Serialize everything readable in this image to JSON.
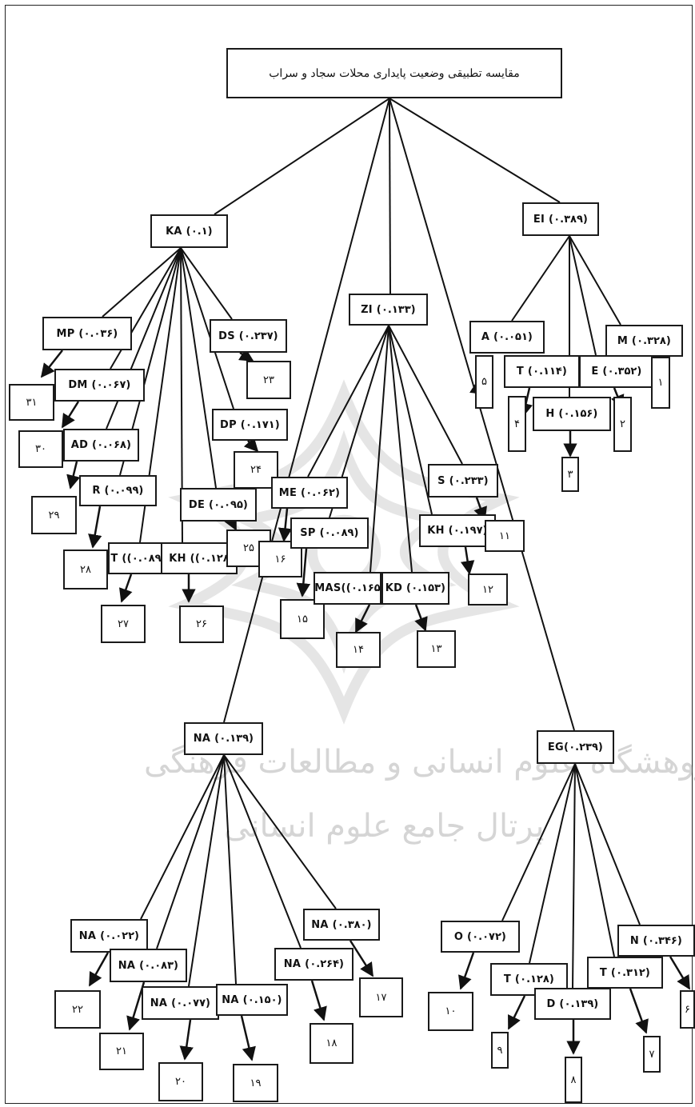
{
  "title": "مقایسه تطبیقی وضعیت پایداری محلات سجاد و سراب",
  "watermark": {
    "line1": "پژوهشگاه علوم انسانی و مطالعات فرهنگی",
    "line2": "پرتال جامع علوم انسانی"
  },
  "nodes": {
    "KA": "KA (۰.۱)",
    "EI": "EI (۰.۳۸۹)",
    "ZI": "ZI (۰.۱۳۳)",
    "NA": "NA (۰.۱۳۹)",
    "EG": "EG(۰.۲۳۹)",
    "MP": "MP (۰.۰۳۶)",
    "DM": "DM (۰.۰۶۷)",
    "AD": "AD (۰.۰۶۸)",
    "R": "R (۰.۰۹۹)",
    "T_KA": "T ((۰.۰۸۹",
    "KH_KA": "KH ((۰.۱۲۸",
    "DE": "DE (۰.۰۹۵)",
    "DP": "DP (۰.۱۷۱)",
    "DS": "DS (۰.۲۳۷)",
    "A": "A (۰.۰۵۱)",
    "T_EI": "T (۰.۱۱۴)",
    "E": "E (۰.۳۵۲)",
    "M": "M (۰.۳۲۸)",
    "H": "H (۰.۱۵۶)",
    "ME": "ME (۰.۰۶۲)",
    "SP": "SP (۰.۰۸۹)",
    "MAS": "MAS((۰.۱۶۵",
    "KD": "KD (۰.۱۵۳)",
    "S": "S (۰.۲۳۳)",
    "KH_ZI": "KH (۰.۱۹۷)",
    "NA1": "NA (۰.۰۲۲)",
    "NA2": "NA (۰.۰۸۳)",
    "NA3": "NA (۰.۰۷۷)",
    "NA4": "NA (۰.۱۵۰)",
    "NA5": "NA (۰.۲۶۴)",
    "NA6": "NA (۰.۳۸۰)",
    "O": "O (۰.۰۷۲)",
    "T_EG1": "T (۰.۱۲۸)",
    "D": "D (۰.۱۳۹)",
    "T_EG2": "T (۰.۳۱۲)",
    "N": "N (۰.۳۴۶)"
  },
  "numbers": {
    "n1": "۱",
    "n2": "۲",
    "n3": "۳",
    "n4": "۴",
    "n5": "۵",
    "n6": "۶",
    "n7": "۷",
    "n8": "۸",
    "n9": "۹",
    "n10": "۱۰",
    "n11": "۱۱",
    "n12": "۱۲",
    "n13": "۱۳",
    "n14": "۱۴",
    "n15": "۱۵",
    "n16": "۱۶",
    "n17": "۱۷",
    "n18": "۱۸",
    "n19": "۱۹",
    "n20": "۲۰",
    "n21": "۲۱",
    "n22": "۲۲",
    "n23": "۲۳",
    "n24": "۲۴",
    "n25": "۲۵",
    "n26": "۲۶",
    "n27": "۲۷",
    "n28": "۲۸",
    "n29": "۲۹",
    "n30": "۳۰",
    "n31": "۳۱"
  }
}
